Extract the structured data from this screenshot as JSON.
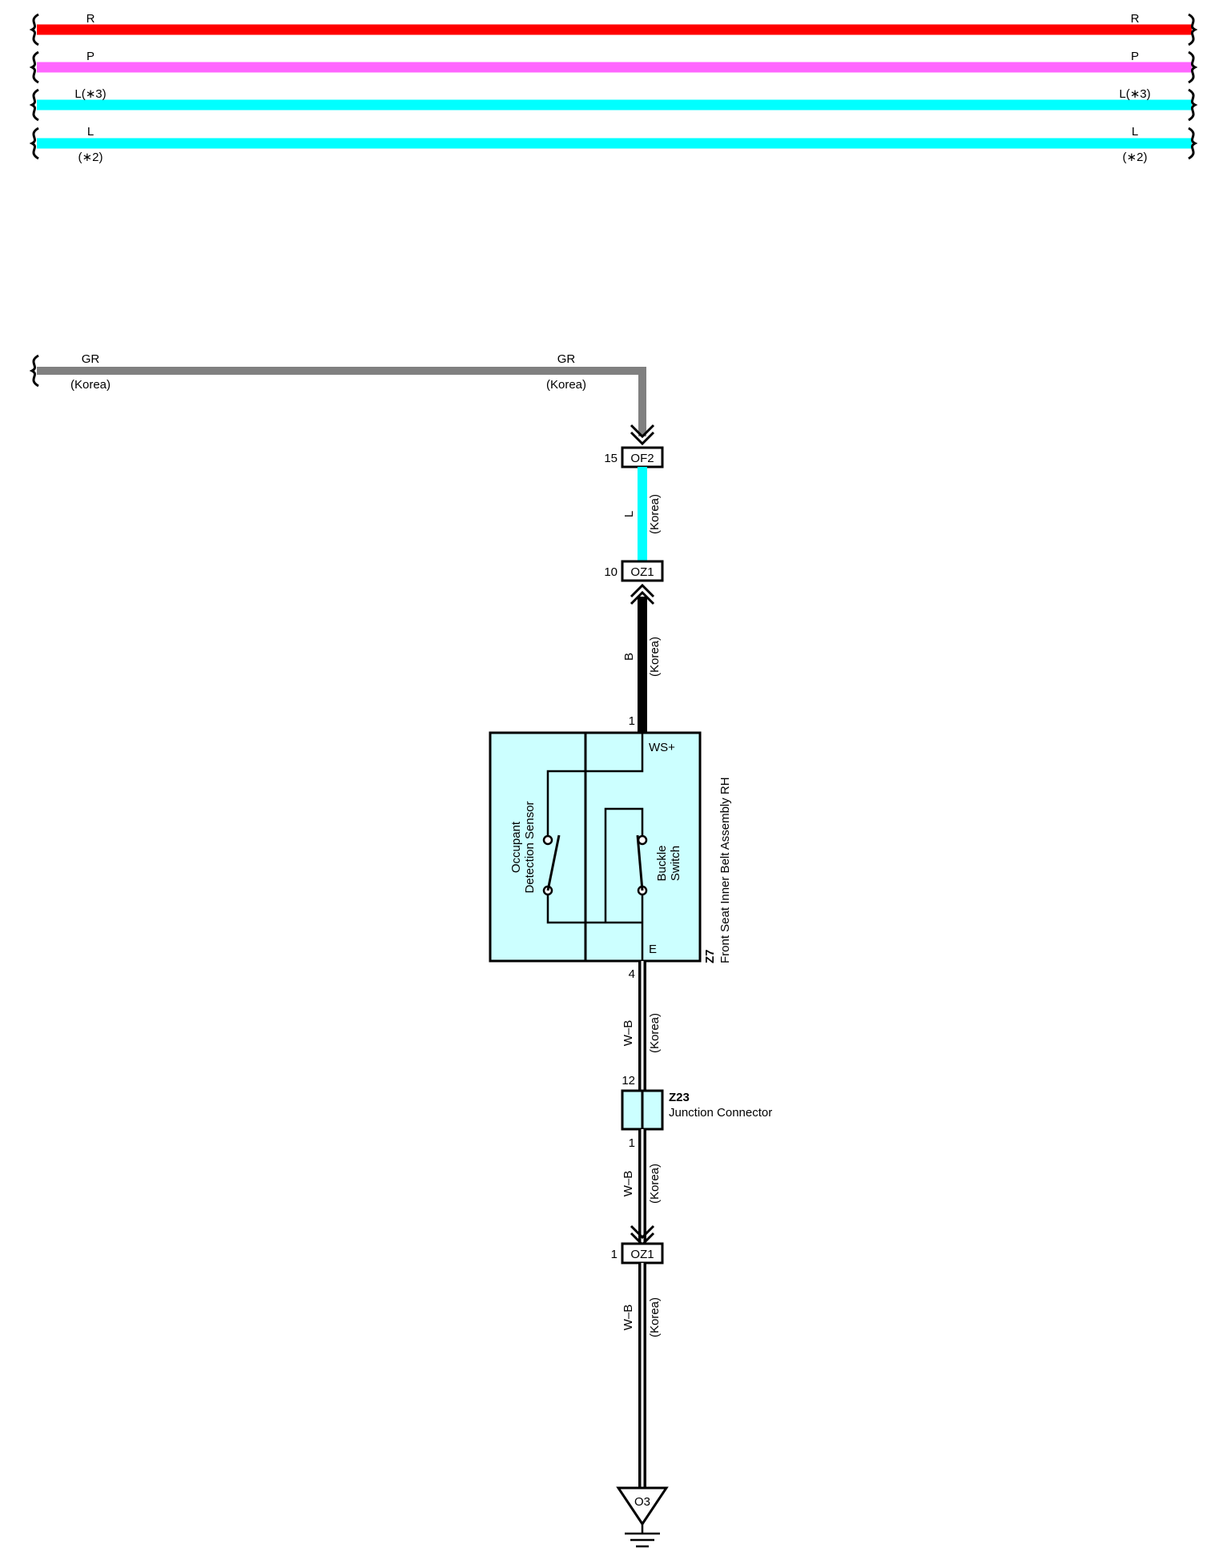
{
  "colors": {
    "red": "#ff0000",
    "pink": "#ff66ff",
    "cyan": "#00ffff",
    "gray": "#808080",
    "black": "#000000",
    "component_fill": "#ccffff"
  },
  "top_wires": [
    {
      "name": "R",
      "color": "#ff0000",
      "label_left": "R",
      "label_right": "R",
      "sub_left": "",
      "sub_right": ""
    },
    {
      "name": "P",
      "color": "#ff66ff",
      "label_left": "P",
      "label_right": "P",
      "sub_left": "",
      "sub_right": ""
    },
    {
      "name": "L3",
      "color": "#00ffff",
      "label_left": "L(∗3)",
      "label_right": "L(∗3)",
      "sub_left": "",
      "sub_right": ""
    },
    {
      "name": "L2",
      "color": "#00ffff",
      "label_left": "L",
      "label_right": "L",
      "sub_left": "(∗2)",
      "sub_right": "(∗2)"
    }
  ],
  "gr_wire": {
    "label_left": "GR",
    "sub_left": "(Korea)",
    "label_mid": "GR",
    "sub_mid": "(Korea)"
  },
  "connectors": {
    "of2": {
      "id": "OF2",
      "pin": "15"
    },
    "oz1_top": {
      "id": "OZ1",
      "pin": "10"
    },
    "oz1_bottom": {
      "id": "OZ1",
      "pin": "1"
    }
  },
  "wire_labels": {
    "l_korea": {
      "color": "L",
      "region": "(Korea)"
    },
    "b_korea": {
      "color": "B",
      "region": "(Korea)"
    },
    "wb_1": {
      "color": "W–B",
      "region": "(Korea)"
    },
    "wb_2": {
      "color": "W–B",
      "region": "(Korea)"
    },
    "wb_3": {
      "color": "W–B",
      "region": "(Korea)"
    }
  },
  "z7": {
    "id": "Z7",
    "name": "Front Seat Inner Belt Assembly RH",
    "pin_top": "1",
    "pin_bottom": "4",
    "term_top": "WS+",
    "term_bottom": "E",
    "sensor_label_1": "Occupant",
    "sensor_label_2": "Detection Sensor",
    "switch_label_1": "Buckle",
    "switch_label_2": "Switch"
  },
  "z23": {
    "id": "Z23",
    "name": "Junction Connector",
    "pin_top": "12",
    "pin_bottom": "1"
  },
  "ground": {
    "id": "O3"
  }
}
